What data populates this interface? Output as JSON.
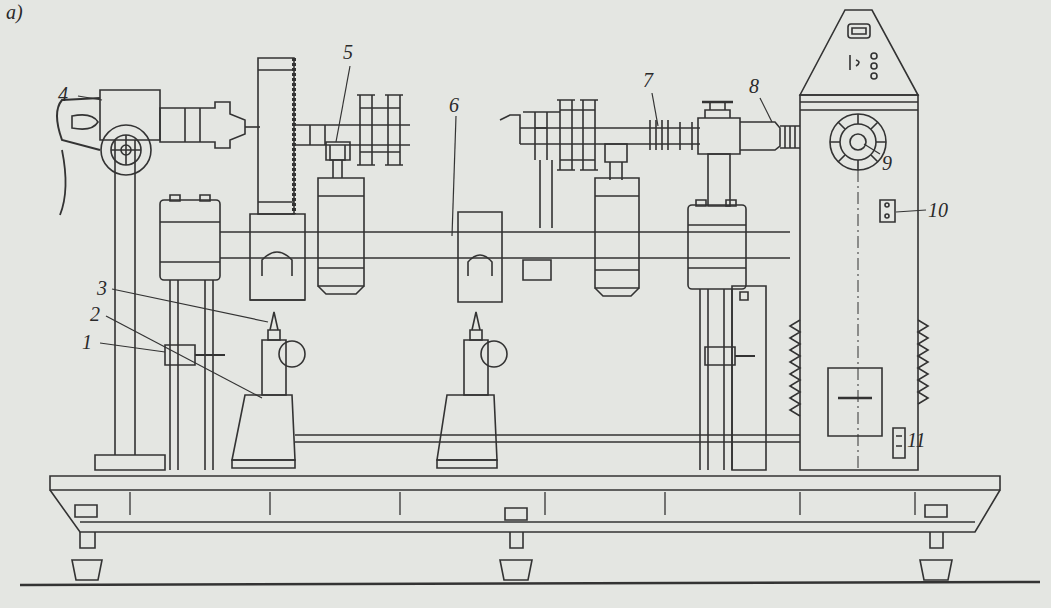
{
  "diagram": {
    "labels": [
      "а)",
      "1",
      "2",
      "3",
      "4",
      "5",
      "6",
      "7",
      "8",
      "9",
      "10",
      "11"
    ]
  }
}
